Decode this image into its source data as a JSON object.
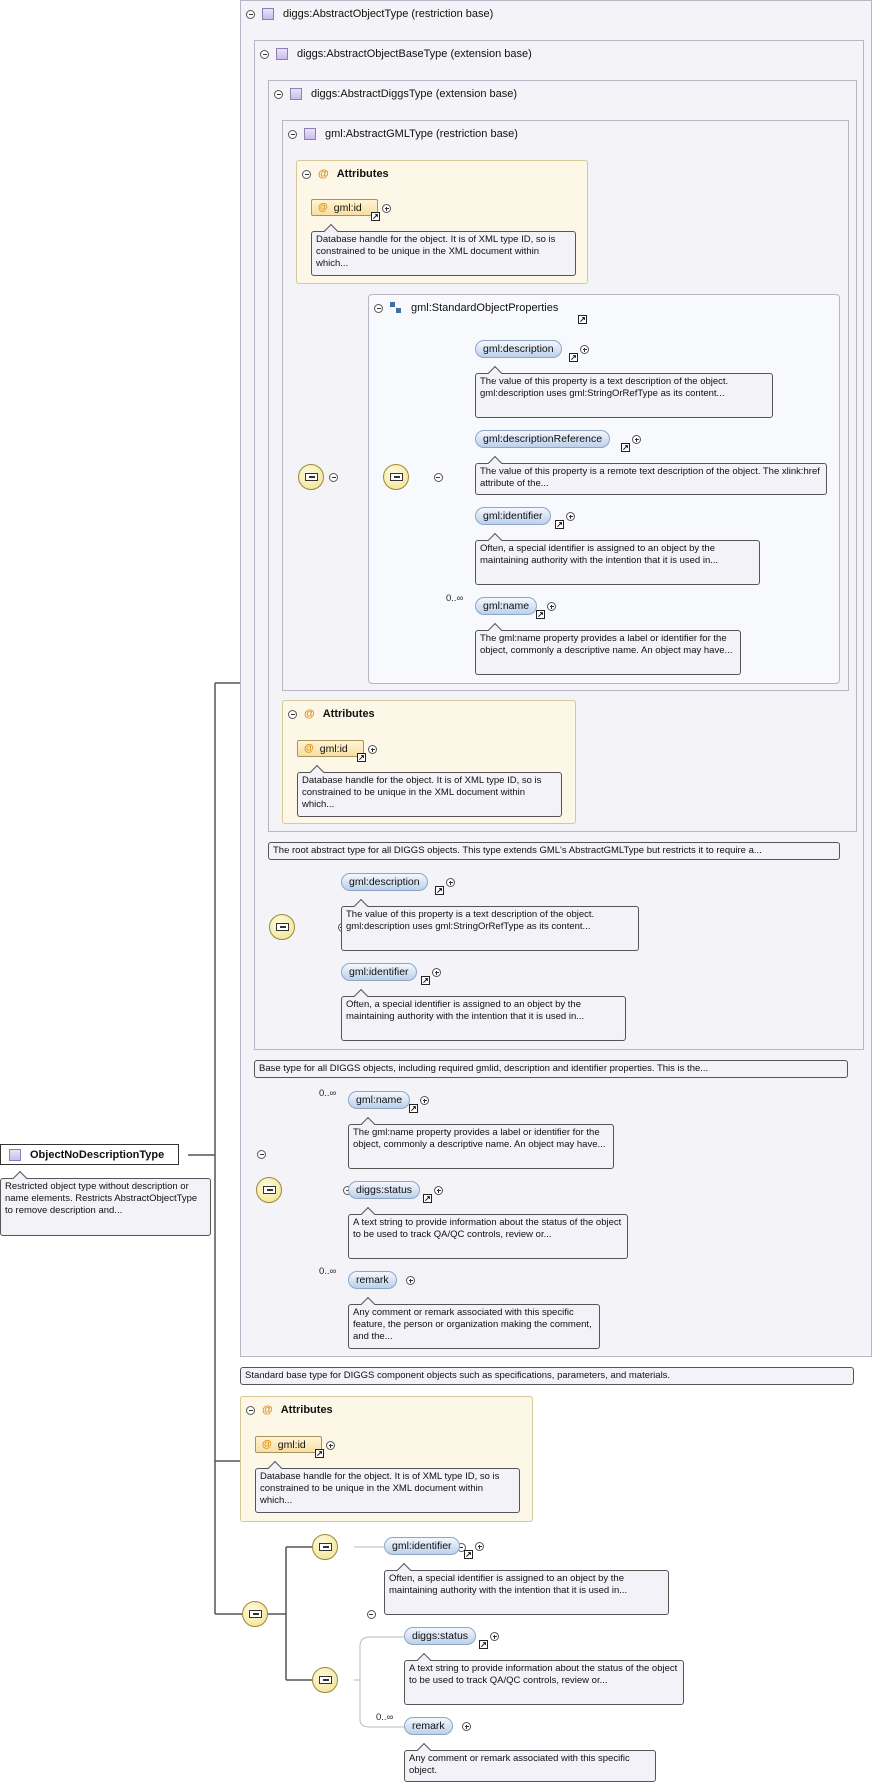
{
  "root": {
    "name": "ObjectNoDescriptionType",
    "doc": "Restricted object type without description or name elements. Restricts AbstractObjectType to remove description and..."
  },
  "abstractObjectType": {
    "title": "diggs:AbstractObjectType (restriction base)",
    "doc": "Standard base type for DIGGS component objects such as specifications, parameters, and materials."
  },
  "abstractObjectBaseType": {
    "title": "diggs:AbstractObjectBaseType (extension base)",
    "doc": "Base type for all DIGGS objects, including required gmlid, description and identifier properties. This is the..."
  },
  "abstractDiggsType": {
    "title": "diggs:AbstractDiggsType (extension base)",
    "doc": "The root abstract type for all DIGGS objects. This type extends GML's AbstractGMLType but restricts it to require a..."
  },
  "abstractGMLType": {
    "title": "gml:AbstractGMLType (restriction base)"
  },
  "attributes_label": "Attributes",
  "gml_id": {
    "name": "gml:id",
    "doc": "Database handle for the object. It is of XML type ID, so is constrained to be unique in the XML document within which..."
  },
  "standardObjectProperties": "gml:StandardObjectProperties",
  "elements": {
    "description": {
      "name": "gml:description",
      "doc": "The value of this property is a text description of the object. gml:description uses gml:StringOrRefType as its content..."
    },
    "descriptionReference": {
      "name": "gml:descriptionReference",
      "doc": "The value of this property is a remote text description of the object. The xlink:href attribute of the..."
    },
    "identifier": {
      "name": "gml:identifier",
      "doc": "Often, a special identifier is assigned to an object by the maintaining authority with the intention that it is used in..."
    },
    "name": {
      "name": "gml:name",
      "doc": "The gml:name property provides a label or identifier for the object, commonly a descriptive name. An object may have..."
    },
    "status": {
      "name": "diggs:status",
      "doc": "A text string to provide information about the status of the object to be used to track QA/QC controls, review or..."
    },
    "remark": {
      "name": "remark",
      "doc": "Any comment or remark associated with this specific feature, the person or organization making the comment, and the..."
    },
    "remark2": {
      "name": "remark",
      "doc": "Any comment or remark associated with this specific object."
    }
  },
  "multiplicity": "0..∞",
  "colors": {
    "typeBorder": "#b6b6c4",
    "typeFill": "#f3f3f8",
    "attrFill": "#fdf7e8",
    "elementFill": "#bcd0ea",
    "compositor": "#f0e08a"
  }
}
